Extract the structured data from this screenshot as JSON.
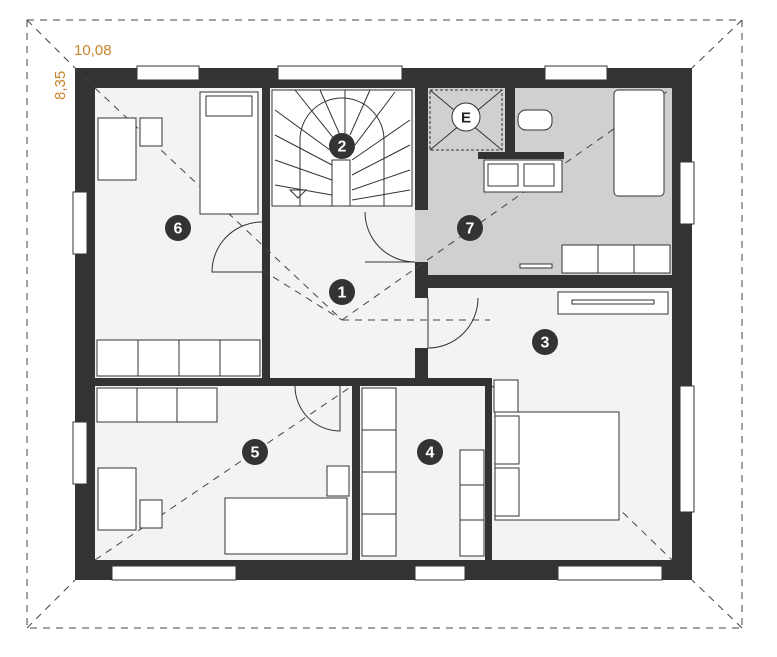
{
  "dimensions": {
    "width": "10,08",
    "depth": "8,35"
  },
  "rooms": [
    {
      "number": "1",
      "name": "hall"
    },
    {
      "number": "2",
      "name": "staircase"
    },
    {
      "number": "3",
      "name": "bedroom"
    },
    {
      "number": "4",
      "name": "closet"
    },
    {
      "number": "5",
      "name": "child-room"
    },
    {
      "number": "6",
      "name": "child-room"
    },
    {
      "number": "7",
      "name": "bathroom"
    }
  ],
  "markers": {
    "shaft": "E"
  },
  "colors": {
    "wall": "#333333",
    "floor": "#f3f3f3",
    "bathroom": "#d0d0d0",
    "dimension": "#c8842a"
  }
}
